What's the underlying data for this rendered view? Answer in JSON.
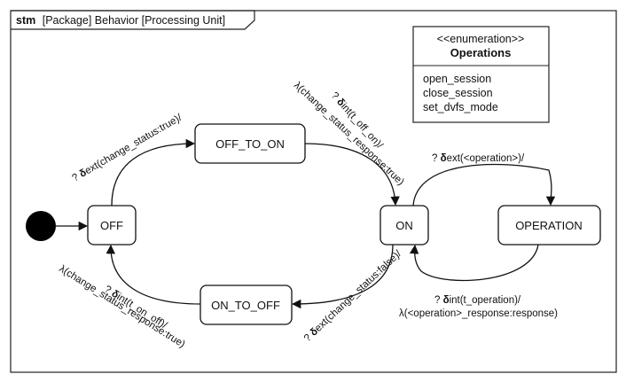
{
  "frame": {
    "keyword": "stm",
    "title": "[Package] Behavior [Processing Unit]"
  },
  "states": {
    "off": "OFF",
    "off_to_on": "OFF_TO_ON",
    "on": "ON",
    "operation": "OPERATION",
    "on_to_off": "ON_TO_OFF"
  },
  "enumeration": {
    "stereotype": "<<enumeration>>",
    "name": "Operations",
    "literals": [
      "open_session",
      "close_session",
      "set_dvfs_mode"
    ]
  },
  "transitions": {
    "off_to_offtoon": {
      "prefix": "? ",
      "delta": "δ",
      "rest": "ext(change_status:true)/"
    },
    "offtoon_to_on_line1": {
      "prefix": "? ",
      "delta": "δ",
      "rest": "int(t_off_on)/"
    },
    "offtoon_to_on_line2": "λ(change_status_response:true)",
    "on_to_operation": {
      "prefix": "? ",
      "delta": "δ",
      "rest": "ext(<operation>)/"
    },
    "operation_to_on_line1": {
      "prefix": "? ",
      "delta": "δ",
      "rest": "int(t_operation)/"
    },
    "operation_to_on_line2": "λ(<operation>_response:response)",
    "on_to_ontooff": {
      "prefix": "? ",
      "delta": "δ",
      "rest": "ext(change_status:false)/"
    },
    "ontooff_to_off_line1": {
      "prefix": "? ",
      "delta": "δ",
      "rest": "int(t_on_off)/"
    },
    "ontooff_to_off_line2": "λ(change_status_response:true)"
  }
}
